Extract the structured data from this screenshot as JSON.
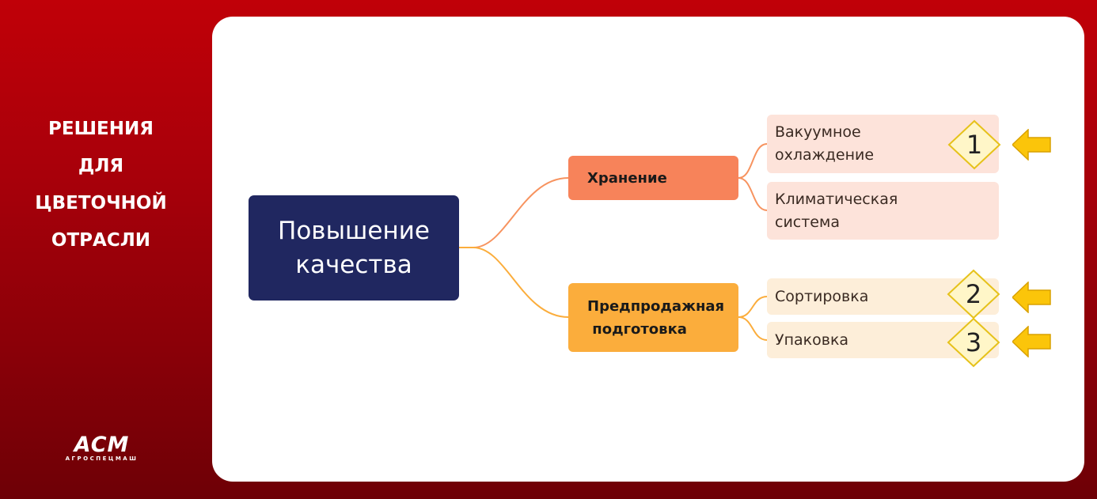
{
  "sidebar": {
    "title_lines": [
      "РЕШЕНИЯ",
      "ДЛЯ",
      "ЦВЕТОЧНОЙ",
      "ОТРАСЛИ"
    ],
    "logo_mark": "ACM",
    "logo_sub": "АГРОСПЕЦМАШ"
  },
  "diagram": {
    "root": {
      "line1": "Повышение",
      "line2": "качества"
    },
    "storage": {
      "label": "Хранение",
      "leaves": [
        {
          "line1": "Вакуумное",
          "line2": "охлаждение",
          "badge": "1"
        },
        {
          "line1": "Климатическая",
          "line2": "система"
        }
      ]
    },
    "presale": {
      "line1": "Предпродажная",
      "line2": " подготовка",
      "leaves": [
        {
          "label": "Сортировка",
          "badge": "2"
        },
        {
          "label": "Упаковка",
          "badge": "3"
        }
      ]
    }
  },
  "colors": {
    "background": "#a8000a",
    "root": "#202760",
    "storage": "#f7835a",
    "presale": "#fbad3c",
    "storage_leaf": "#fde3da",
    "presale_leaf": "#fdeed9",
    "badge_fill": "#fff6c8",
    "arrow_fill": "#fbc50a"
  }
}
